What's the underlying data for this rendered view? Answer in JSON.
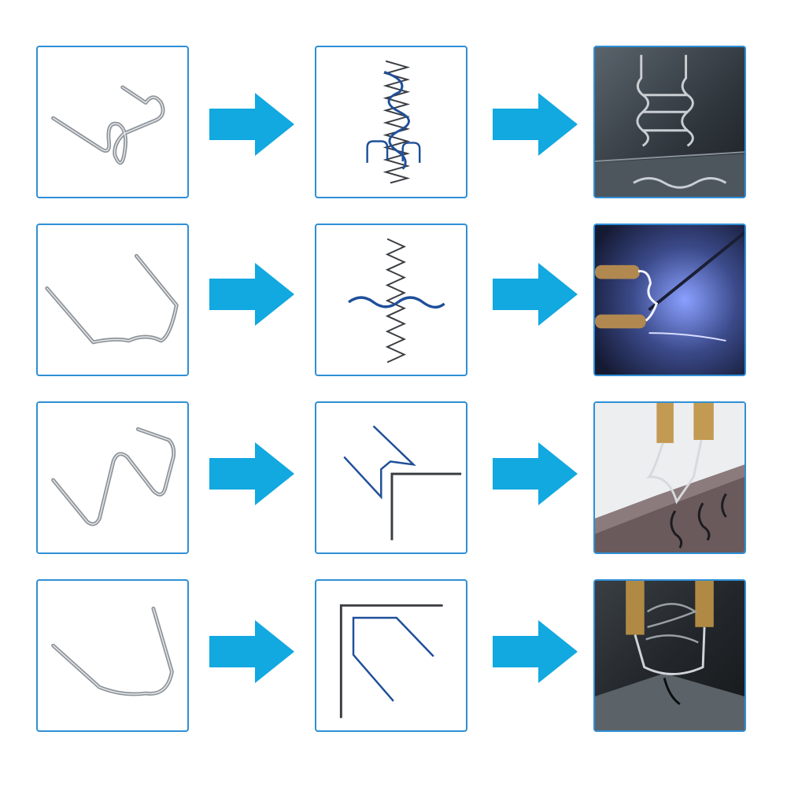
{
  "colors": {
    "panel_border": "#2f8fd6",
    "arrow": "#12a8e0",
    "wire_metal": "#9aa0a6",
    "diagram_blue": "#1f4f9a",
    "diagram_dark": "#3a3d42"
  },
  "rows": [
    {
      "clip_shape": "s-spring-wave",
      "diagram": "spring-cross-weave",
      "photo": "wave-staples-melted-bumper"
    },
    {
      "clip_shape": "flat-u-staple",
      "diagram": "wave-across-zigzag",
      "photo": "hot-stapler-blue-light"
    },
    {
      "clip_shape": "w-wave-staple",
      "diagram": "outside-corner-join",
      "photo": "corner-staples-dark-plastic"
    },
    {
      "clip_shape": "v-inside-corner-staple",
      "diagram": "inside-corner-join",
      "photo": "corner-staples-bumper-crack"
    }
  ],
  "arrow_icon": "right-arrow-icon"
}
